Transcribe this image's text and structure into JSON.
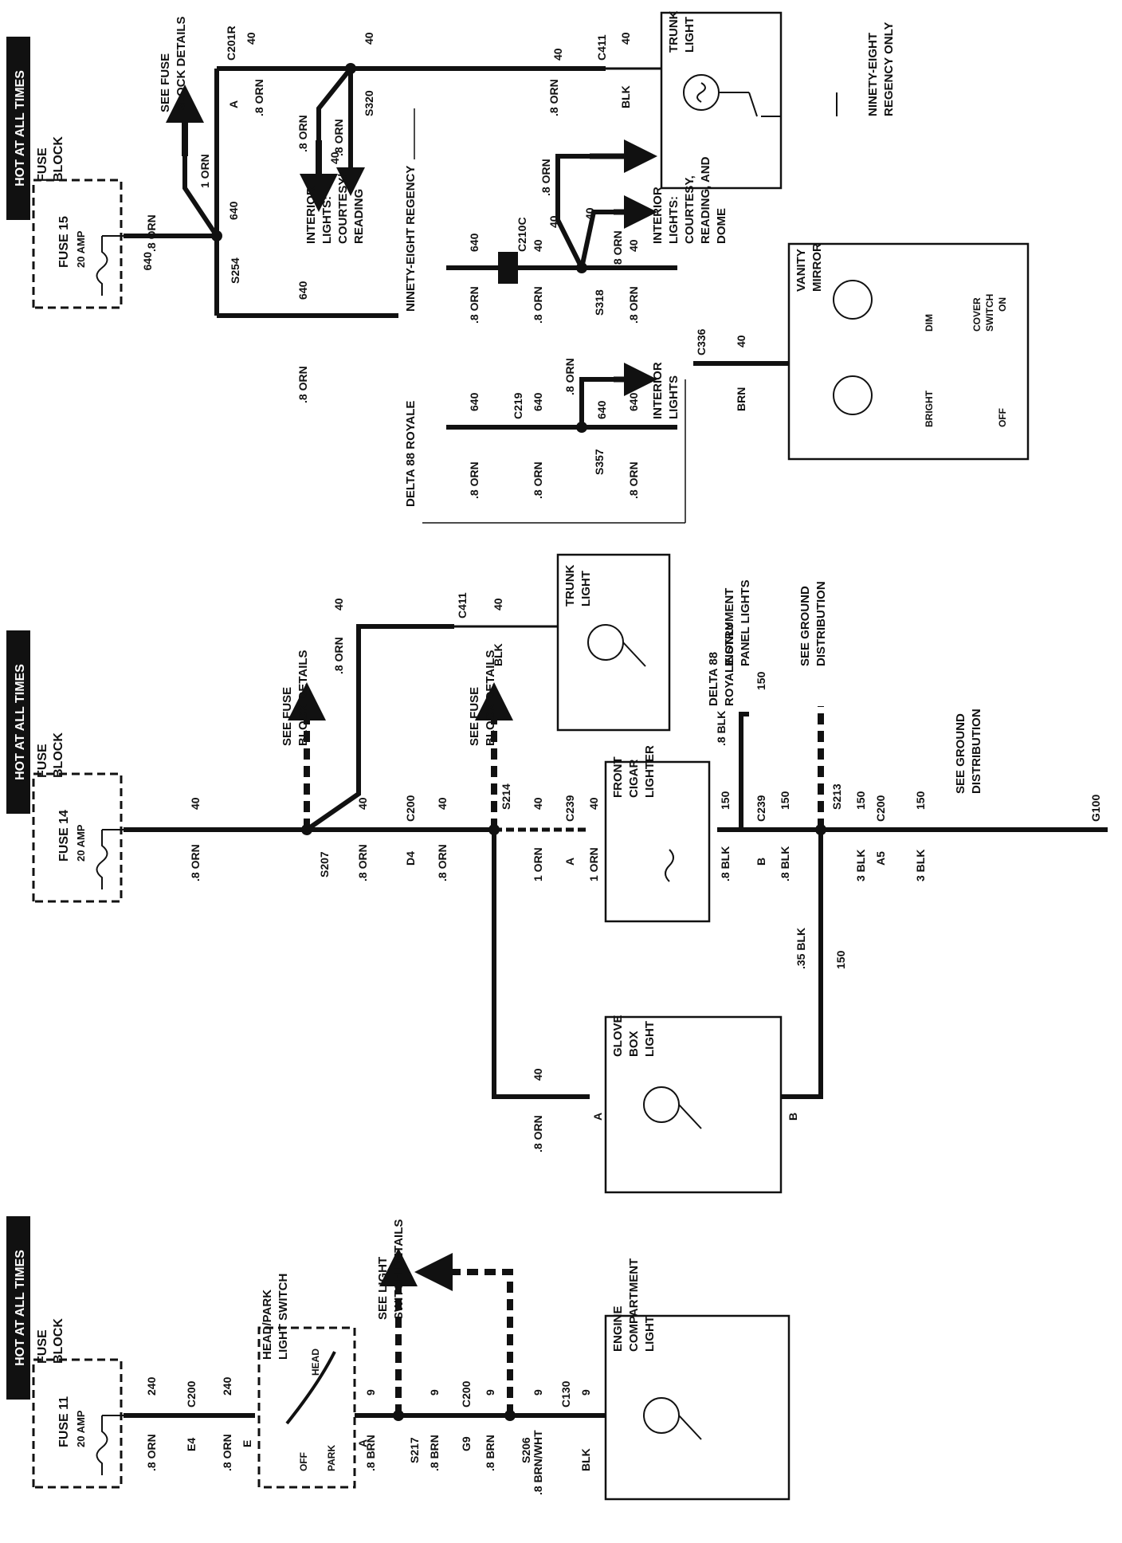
{
  "panels": {
    "p3": {
      "hot": "HOT AT ALL TIMES",
      "fuse_block": [
        "FUSE",
        "BLOCK"
      ],
      "fuse": "FUSE 15",
      "amp": "20 AMP",
      "w640a": "640",
      "orn8a": ".8 ORN",
      "s254": "S254",
      "orn1": "1 ORN",
      "w640b": "640",
      "see_fuse": [
        "SEE FUSE",
        "BLOCK DETAILS"
      ],
      "c201r": "C201R",
      "c201r_40": "40",
      "c201r_a": "A",
      "c201r_orn": ".8 ORN",
      "s320": "S320",
      "s320_40": "40",
      "s320_orn": ".8 ORN",
      "branch_40": "40",
      "branch_orn": ".8 ORN",
      "int1": [
        "INTERIOR",
        "LIGHTS:",
        "COURTESY/",
        "READING"
      ],
      "c411_40a": "40",
      "c411_orn": ".8 ORN",
      "c411": "C411",
      "c411_40b": "40",
      "c411_blk": "BLK",
      "trunk": [
        "TRUNK",
        "LIGHT"
      ],
      "note": [
        "NINETY-EIGHT",
        "REGENCY ONLY"
      ],
      "w640c": "640",
      "orn8c": ".8 ORN",
      "regency": "NINETY-EIGHT REGENCY",
      "royale": "DELTA 88 ROYALE",
      "c210c": "C210C",
      "c210c_640": "640",
      "c210c_orn": ".8 ORN",
      "s318_40": "40",
      "s318_orn": ".8 ORN",
      "s318": "S318",
      "s318_up_orn": ".8 ORN",
      "s318_up_40": "40",
      "s318_up2_orn": ".8 ORN",
      "s318_up2_40": "40",
      "int2": [
        "INTERIOR",
        "LIGHTS:",
        "COURTESY,",
        "READING, AND",
        "DOME"
      ],
      "s318_right_40": "40",
      "s318_right_orn": ".8 ORN",
      "vanity": [
        "VANITY",
        "MIRROR"
      ],
      "c336": "C336",
      "c336_40": "40",
      "c336_brn": "BRN",
      "dim": "DIM",
      "bright": "BRIGHT",
      "cover": [
        "COVER",
        "SWITCH"
      ],
      "on": "ON",
      "off": "OFF",
      "c219_640a": "640",
      "c219_orn": ".8 ORN",
      "c219": "C219",
      "s357_640": "640",
      "s357_orn": ".8 ORN",
      "s357": "S357",
      "s357_up_orn": ".8 ORN",
      "s357_up_640": "640",
      "int3": [
        "INTERIOR",
        "LIGHTS"
      ],
      "s357_right_640": "640",
      "s357_right_orn": ".8 ORN"
    },
    "p2": {
      "hot": "HOT AT ALL TIMES",
      "fuse_block": [
        "FUSE",
        "BLOCK"
      ],
      "fuse": "FUSE 14",
      "amp": "20 AMP",
      "w40": "40",
      "orn8": ".8 ORN",
      "s207": "S207",
      "see_fuse1": [
        "SEE FUSE",
        "BLOCK DETAILS"
      ],
      "up_orn": ".8 ORN",
      "up_40": "40",
      "c411": "C411",
      "c411_40": "40",
      "c411_blk": "BLK",
      "trunk": [
        "TRUNK",
        "LIGHT"
      ],
      "note": [
        "DELTA 88",
        "ROYALE ONLY"
      ],
      "c200_40a": "40",
      "c200_orn": ".8 ORN",
      "c200": "C200",
      "c200_d4": "D4",
      "c200_40b": "40",
      "c200_orn2": ".8 ORN",
      "s214": "S214",
      "see_fuse2": [
        "SEE FUSE",
        "BLOCK DETAILS"
      ],
      "c239_40a": "40",
      "c239_orn": "1 ORN",
      "c239": "C239",
      "c239_a": "A",
      "c239_40b": "40",
      "c239_orn2": "1 ORN",
      "cigar": [
        "FRONT",
        "CIGAR",
        "LIGHTER"
      ],
      "cig_150": "150",
      "cig_blk": ".8 BLK",
      "c239b": "C239",
      "c239b_b": "B",
      "c239b_150": "150",
      "c239b_blk": ".8 BLK",
      "ip_blk": ".8 BLK",
      "ip_150": "150",
      "ip": [
        "INSTRUMENT",
        "PANEL LIGHTS"
      ],
      "gnd": [
        "SEE GROUND",
        "DISTRIBUTION"
      ],
      "s213": "S213",
      "s213_150": "150",
      "s213_blk": "3 BLK",
      "c200b": "C200",
      "c200b_a5": "A5",
      "c200b_150": "150",
      "c200b_blk": "3 BLK",
      "gnd2": [
        "SEE GROUND",
        "DISTRIBUTION"
      ],
      "g100": "G100",
      "glove_40": "40",
      "glove_orn": ".8 ORN",
      "glove": [
        "GLOVE",
        "BOX",
        "LIGHT"
      ],
      "glove_a": "A",
      "glove_b": "B",
      "glove_blk": ".35 BLK",
      "glove_150": "150"
    },
    "p1": {
      "hot": "HOT AT ALL TIMES",
      "fuse_block": [
        "FUSE",
        "BLOCK"
      ],
      "fuse": "FUSE 11",
      "amp": "20 AMP",
      "w240a": "240",
      "orn8a": ".8 ORN",
      "c200": "C200",
      "c200_e4": "E4",
      "w240b": "240",
      "orn8b": ".8 ORN",
      "sw_e": "E",
      "sw": [
        "HEAD/PARK",
        "LIGHT SWITCH"
      ],
      "head": "HEAD",
      "park": "PARK",
      "off": "OFF",
      "sw_a": "A",
      "brn_a": ".8 BRN",
      "w9a": "9",
      "s217": "S217",
      "see_ls": [
        "SEE LIGHT",
        "SWITCH DETAILS"
      ],
      "w9b": "9",
      "brn_b": ".8 BRN",
      "c200b": "C200",
      "c200b_g9": "G9",
      "w9c": "9",
      "brn_c": ".8 BRN",
      "s206": "S206",
      "w9d": "9",
      "brnwht": ".8 BRN/WHT",
      "c130": "C130",
      "c130_9": "9",
      "c130_blk": "BLK",
      "engine": [
        "ENGINE",
        "COMPARTMENT",
        "LIGHT"
      ]
    }
  }
}
